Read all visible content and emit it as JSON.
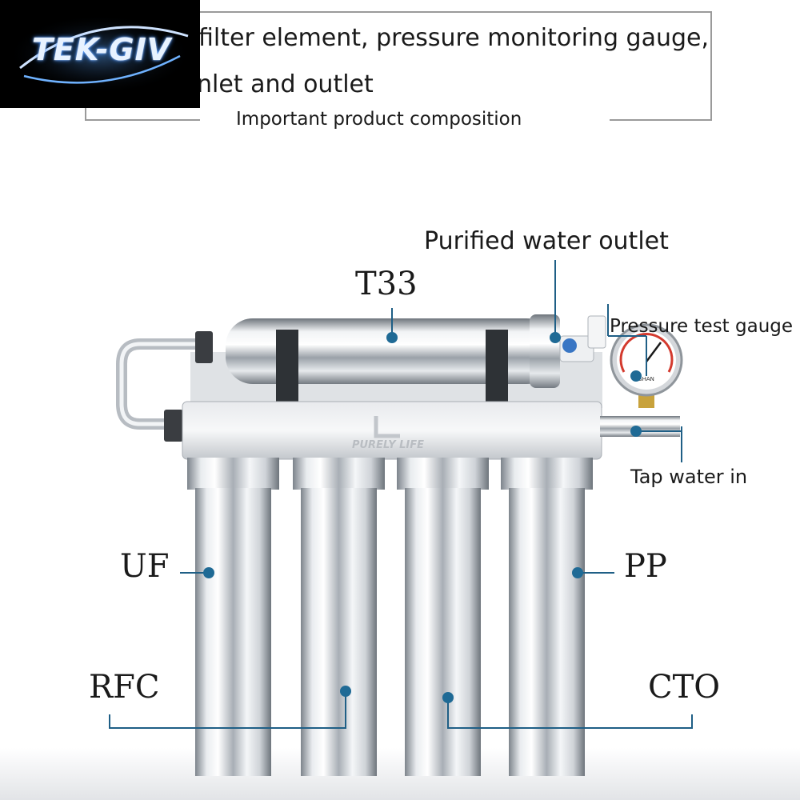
{
  "header": {
    "line1": "filter element, pressure monitoring gauge,",
    "line2": "nlet and outlet",
    "subtitle": "Important product composition"
  },
  "logo": {
    "text": "TEK-GIV"
  },
  "product": {
    "brand": "PURELY LIFE",
    "gauge_text": "SHAN"
  },
  "callouts": {
    "t33": "T33",
    "outlet": "Purified water outlet",
    "gauge": "Pressure test gauge",
    "tap": "Tap water in",
    "uf": "UF",
    "pp": "PP",
    "rfc": "RFC",
    "cto": "CTO"
  },
  "colors": {
    "callout_line": "#1f5f86",
    "callout_dot": "#1f6a95",
    "steel": "#c9cdd2",
    "header_frame": "#9a9a9a"
  }
}
